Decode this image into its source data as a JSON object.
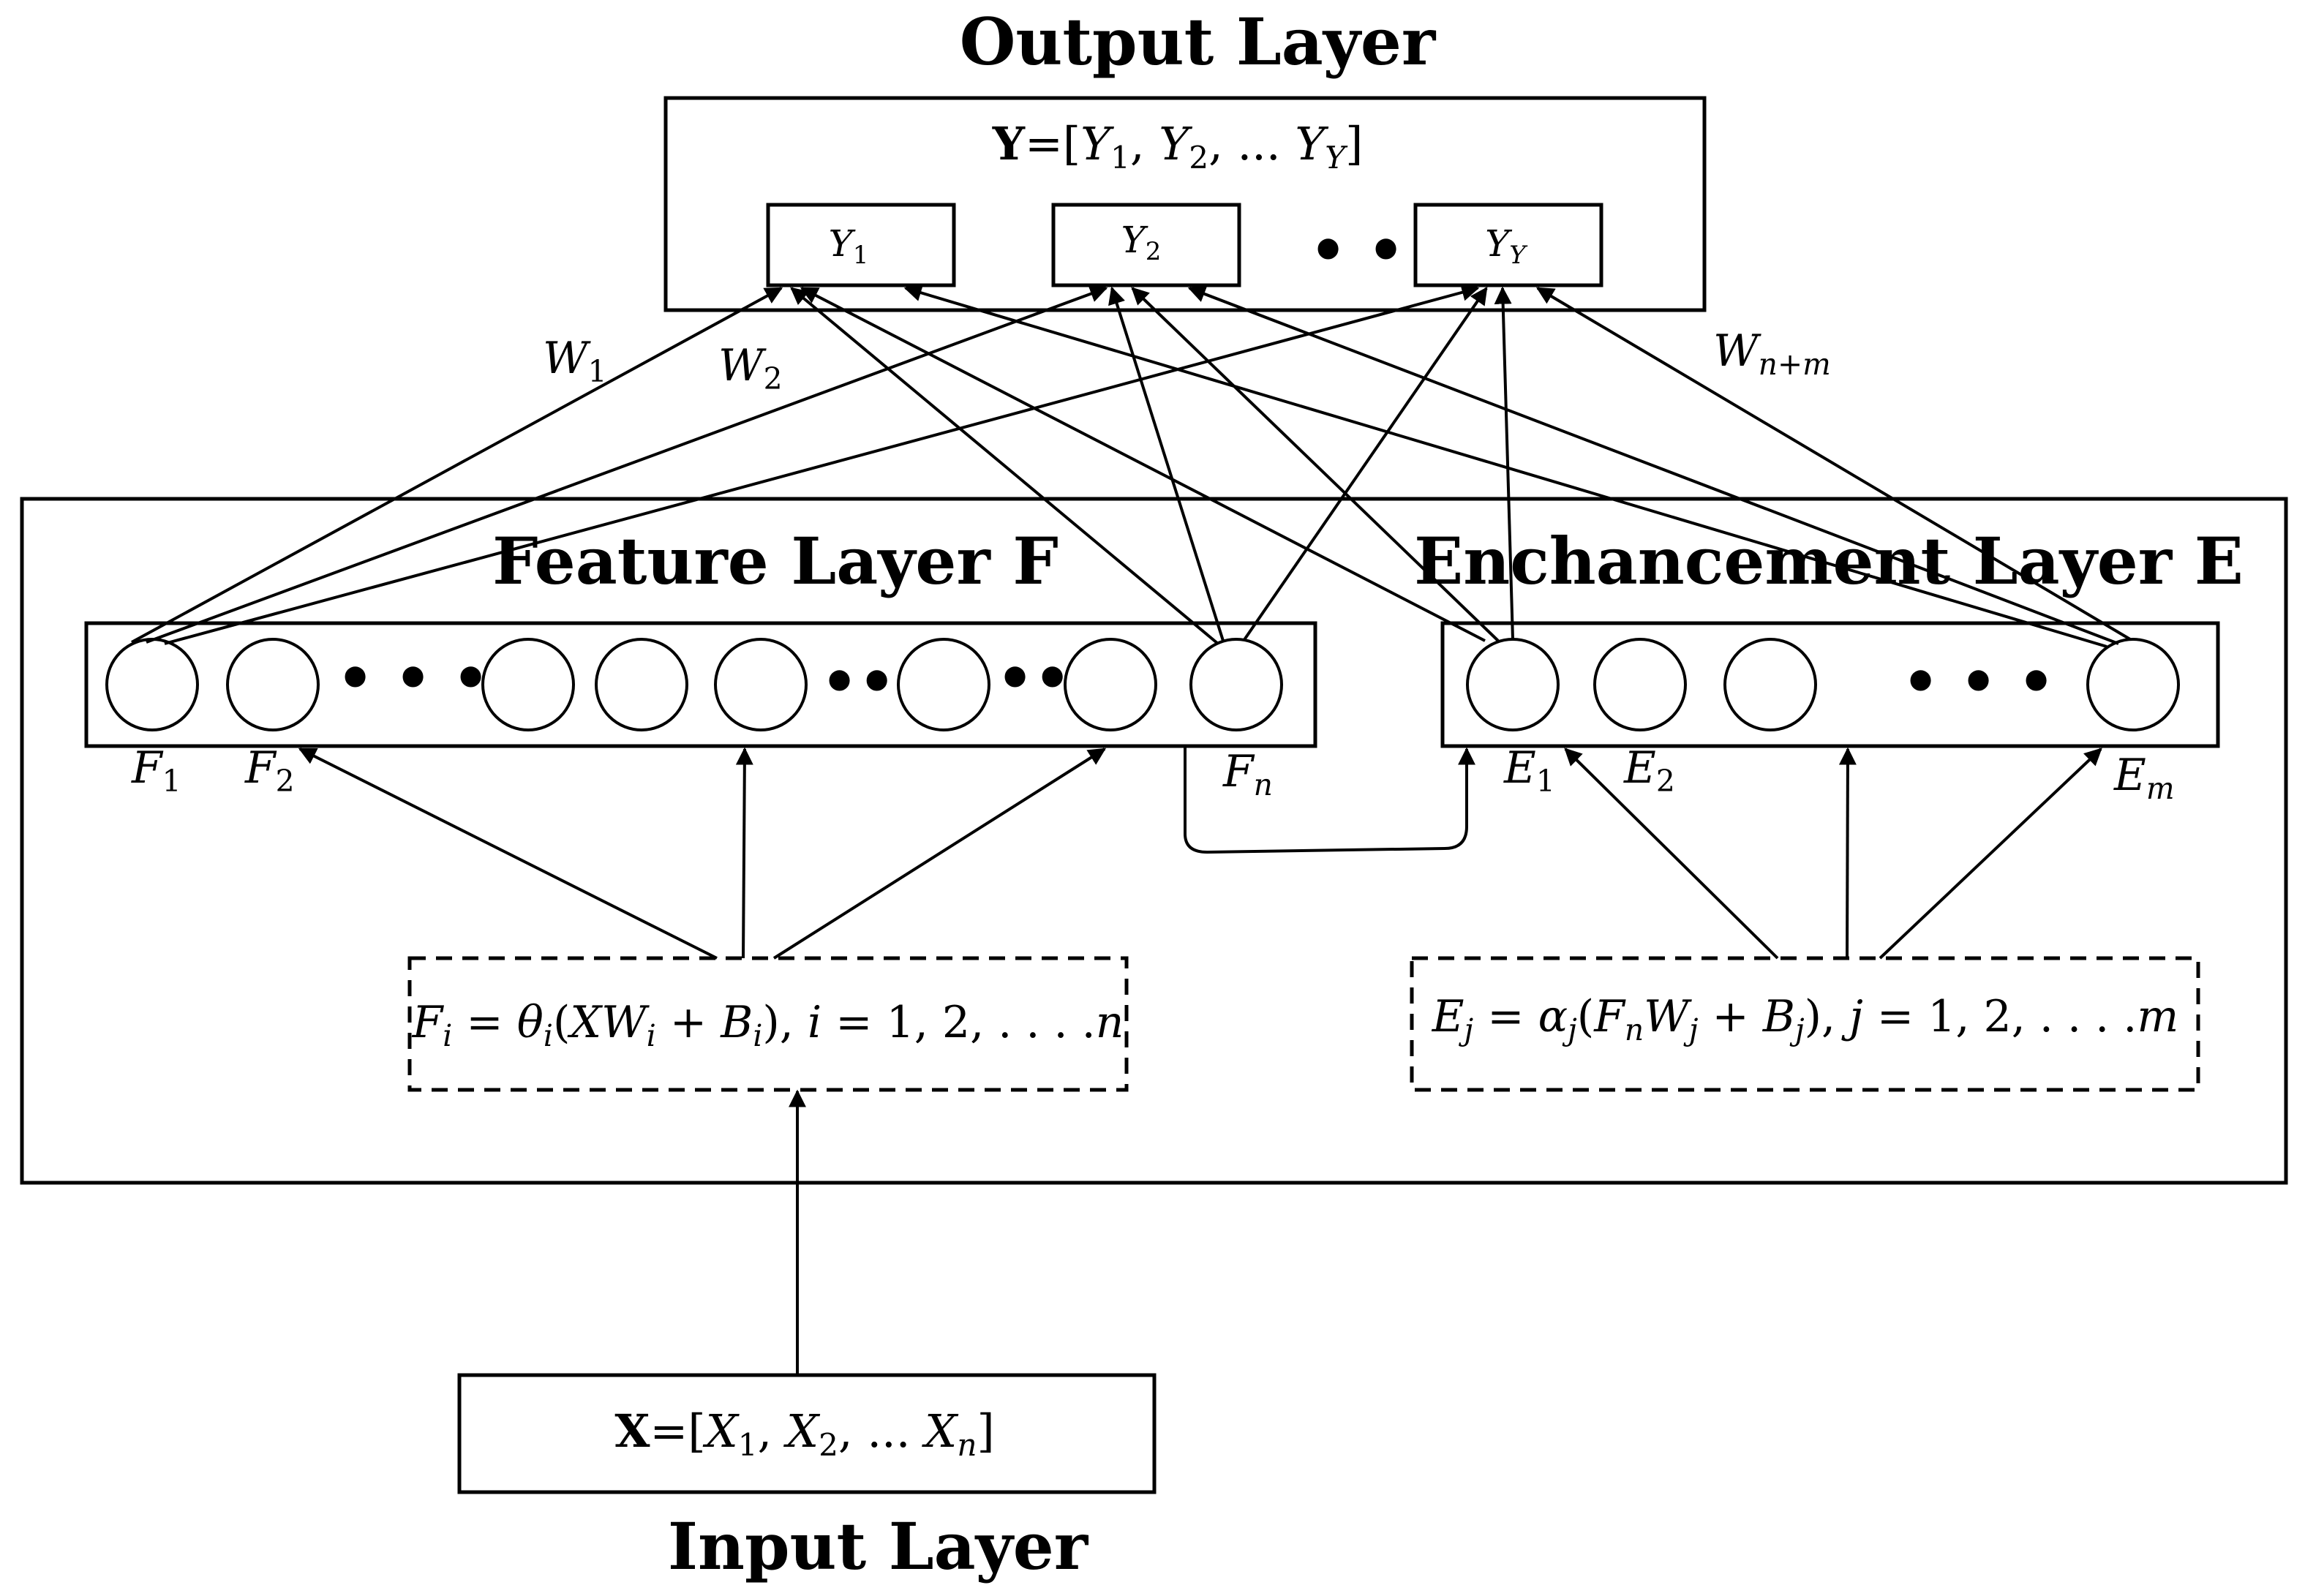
{
  "output_layer": {
    "title": "Output Layer",
    "vector_label": "Y=[Y1, Y2, ... YY]",
    "nodes": [
      "Y1",
      "Y2",
      "YY"
    ]
  },
  "weights": {
    "w1": "W1",
    "w2": "W2",
    "wnm": "Wn+m"
  },
  "feature_layer": {
    "title": "Feature Layer F",
    "labels": {
      "f1": "F1",
      "f2": "F2",
      "fn": "Fn"
    },
    "formula": "Fi = θi(XWi + Bi), i = 1, 2, . . . .n"
  },
  "enhancement_layer": {
    "title": "Enchancement Layer E",
    "labels": {
      "e1": "E1",
      "e2": "E2",
      "em": "Em"
    },
    "formula": "Ej = αj(FnWj + Bj), j = 1, 2, . . . .m"
  },
  "input_layer": {
    "title": "Input Layer",
    "vector_label": "X=[X1, X2, ... Xn]"
  },
  "colors": {
    "stroke": "#000000",
    "background": "#ffffff"
  },
  "icons": [
    "ellipsis-dots",
    "neuron-circle",
    "arrowhead"
  ]
}
